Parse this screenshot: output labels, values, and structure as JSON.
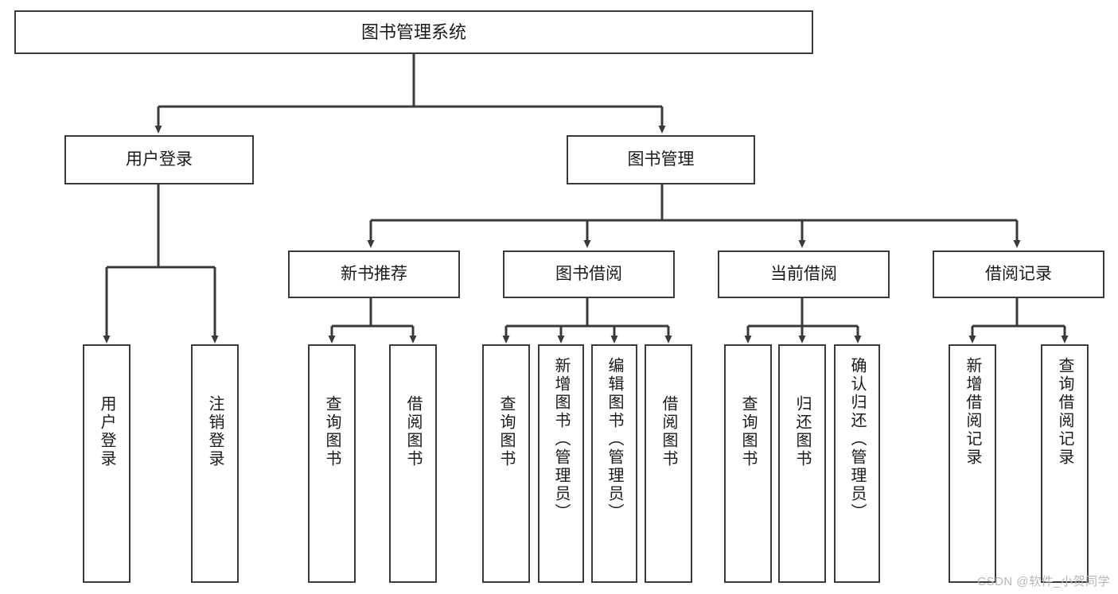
{
  "diagram": {
    "title": "图书管理系统",
    "type": "hierarchy-tree",
    "watermark": "CSDN @软件_小贺同学",
    "colors": {
      "box_border": "#3a3a3a",
      "box_fill": "#ffffff",
      "edge": "#3a3a3a",
      "text": "#1a1a1a",
      "watermark": "#b7b7b7",
      "background": "#ffffff"
    },
    "nodes": {
      "root": {
        "label": "图书管理系统"
      },
      "level2": [
        {
          "id": "user-login",
          "label": "用户登录"
        },
        {
          "id": "book-manage",
          "label": "图书管理"
        }
      ],
      "level3": [
        {
          "id": "new-book-rec",
          "label": "新书推荐"
        },
        {
          "id": "book-borrow",
          "label": "图书借阅"
        },
        {
          "id": "current-borrow",
          "label": "当前借阅"
        },
        {
          "id": "borrow-record",
          "label": "借阅记录"
        }
      ],
      "leaves": {
        "user-login": [
          {
            "id": "leaf-user-login",
            "label": "用户登录"
          },
          {
            "id": "leaf-user-logout",
            "label": "注销登录"
          }
        ],
        "new-book-rec": [
          {
            "id": "leaf-query-book-1",
            "label": "查询图书"
          },
          {
            "id": "leaf-borrow-book-1",
            "label": "借阅图书"
          }
        ],
        "book-borrow": [
          {
            "id": "leaf-query-book-2",
            "label": "查询图书"
          },
          {
            "id": "leaf-add-book",
            "label": "新增图书（管理员）"
          },
          {
            "id": "leaf-edit-book",
            "label": "编辑图书（管理员）"
          },
          {
            "id": "leaf-borrow-book-2",
            "label": "借阅图书"
          }
        ],
        "current-borrow": [
          {
            "id": "leaf-query-book-3",
            "label": "查询图书"
          },
          {
            "id": "leaf-return-book",
            "label": "归还图书"
          },
          {
            "id": "leaf-confirm-return",
            "label": "确认归还（管理员）"
          }
        ],
        "borrow-record": [
          {
            "id": "leaf-add-record",
            "label": "新增借阅记录"
          },
          {
            "id": "leaf-query-record",
            "label": "查询借阅记录"
          }
        ]
      }
    }
  }
}
